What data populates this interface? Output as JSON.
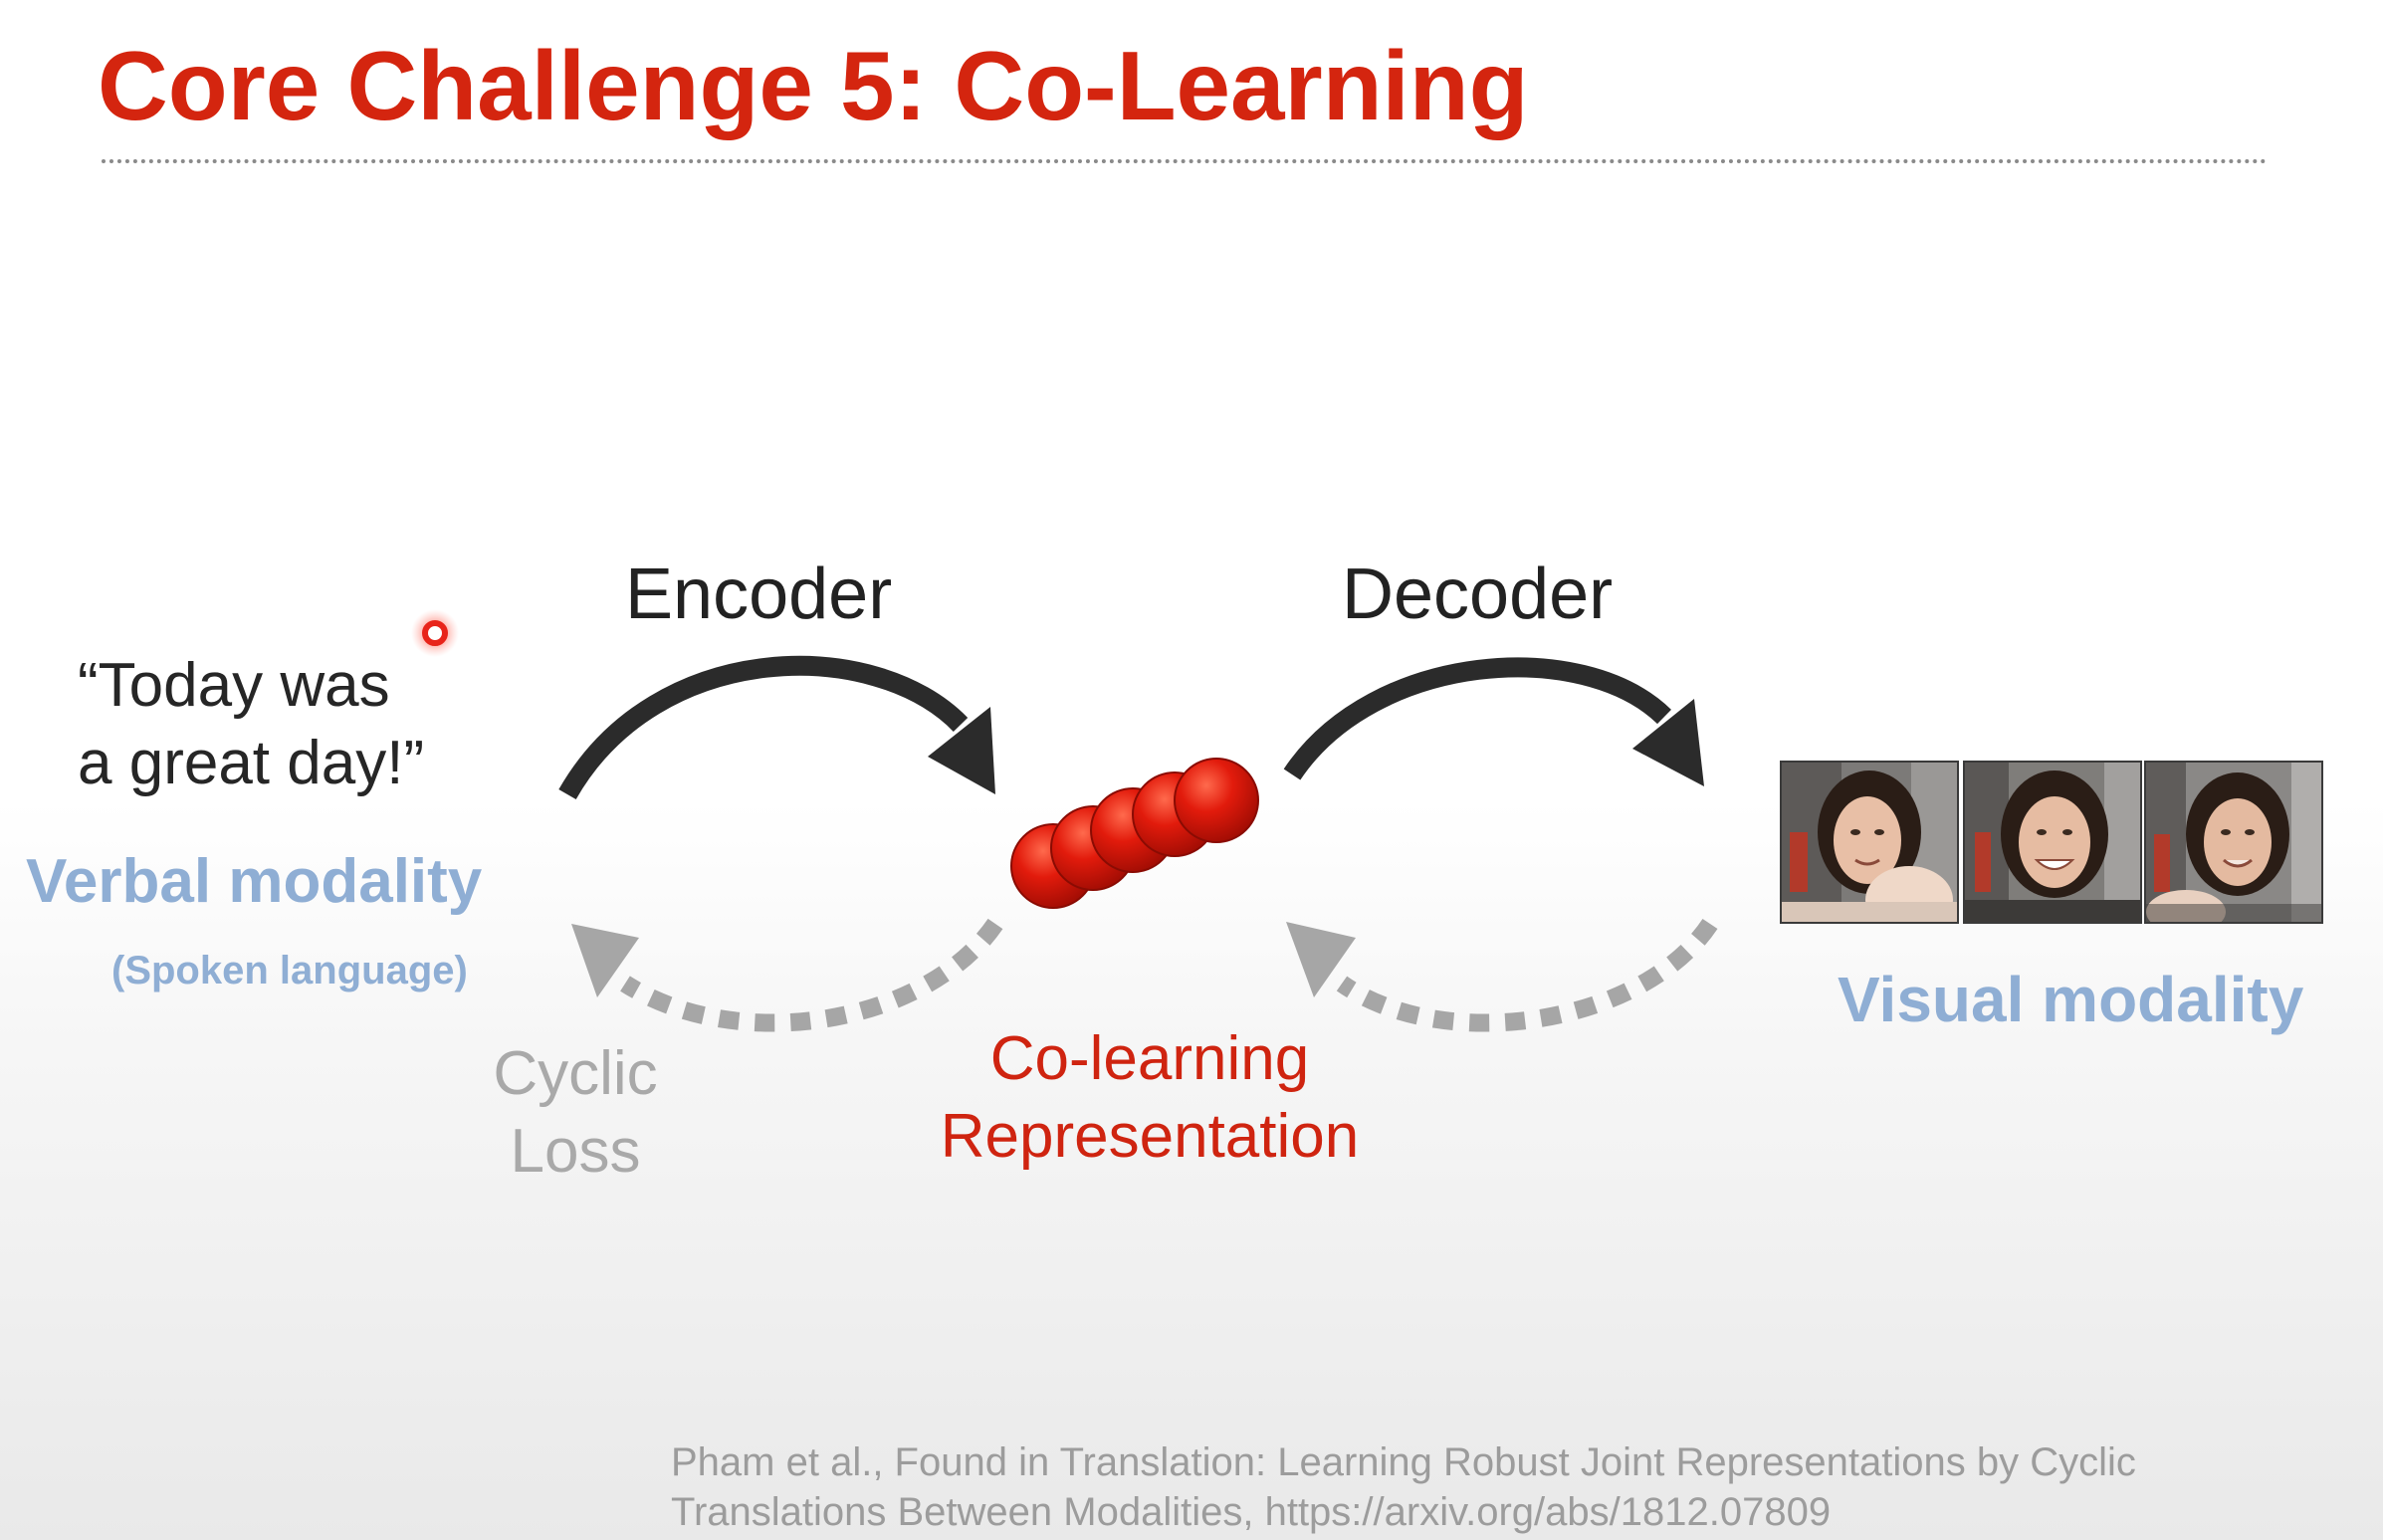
{
  "slide": {
    "title": "Core Challenge 5: Co-Learning"
  },
  "diagram": {
    "input_quote_line1": "“Today was",
    "input_quote_line2": "a great day!”",
    "verbal_label": "Verbal modality",
    "verbal_sublabel": "(Spoken language)",
    "encoder_label": "Encoder",
    "decoder_label": "Decoder",
    "cyclic_line1": "Cyclic",
    "cyclic_line2": "Loss",
    "representation_line1": "Co-learning",
    "representation_line2": "Representation",
    "visual_label": "Visual modality",
    "representation_node_count": 5,
    "video_frame_count": 3
  },
  "citation": {
    "line1": "Pham et al., Found in Translation: Learning Robust Joint Representations by Cyclic",
    "line2": "Translations Between Modalities, https://arxiv.org/abs/1812.07809"
  },
  "colors": {
    "title": "#d4250f",
    "modality_label": "#8faed4",
    "representation": "#cf2410",
    "arrow_dark": "#2b2b2b",
    "arrow_dashed": "#a6a6a6",
    "cyclic_text": "#a9a9a9",
    "laser_pointer": "#e8241a"
  },
  "icons": {
    "pointer": "laser-pointer-dot",
    "frames": "face-video-frame"
  }
}
